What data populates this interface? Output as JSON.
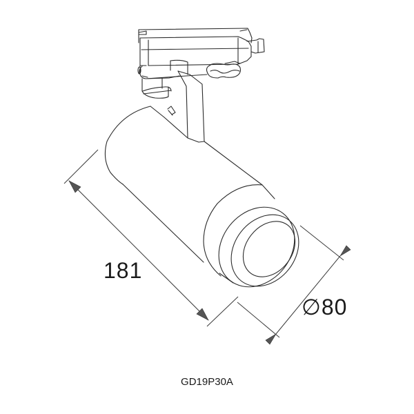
{
  "drawing": {
    "subject": "track spotlight technical drawing",
    "line_color": "#2a2a2a",
    "arrow_color": "#555555",
    "background": "#ffffff"
  },
  "dimensions": {
    "length": {
      "value": "181",
      "label": "181"
    },
    "diameter": {
      "value": "80",
      "symbol": "∅",
      "label": "∅80"
    }
  },
  "caption": {
    "model_code": "GD19P30A"
  }
}
